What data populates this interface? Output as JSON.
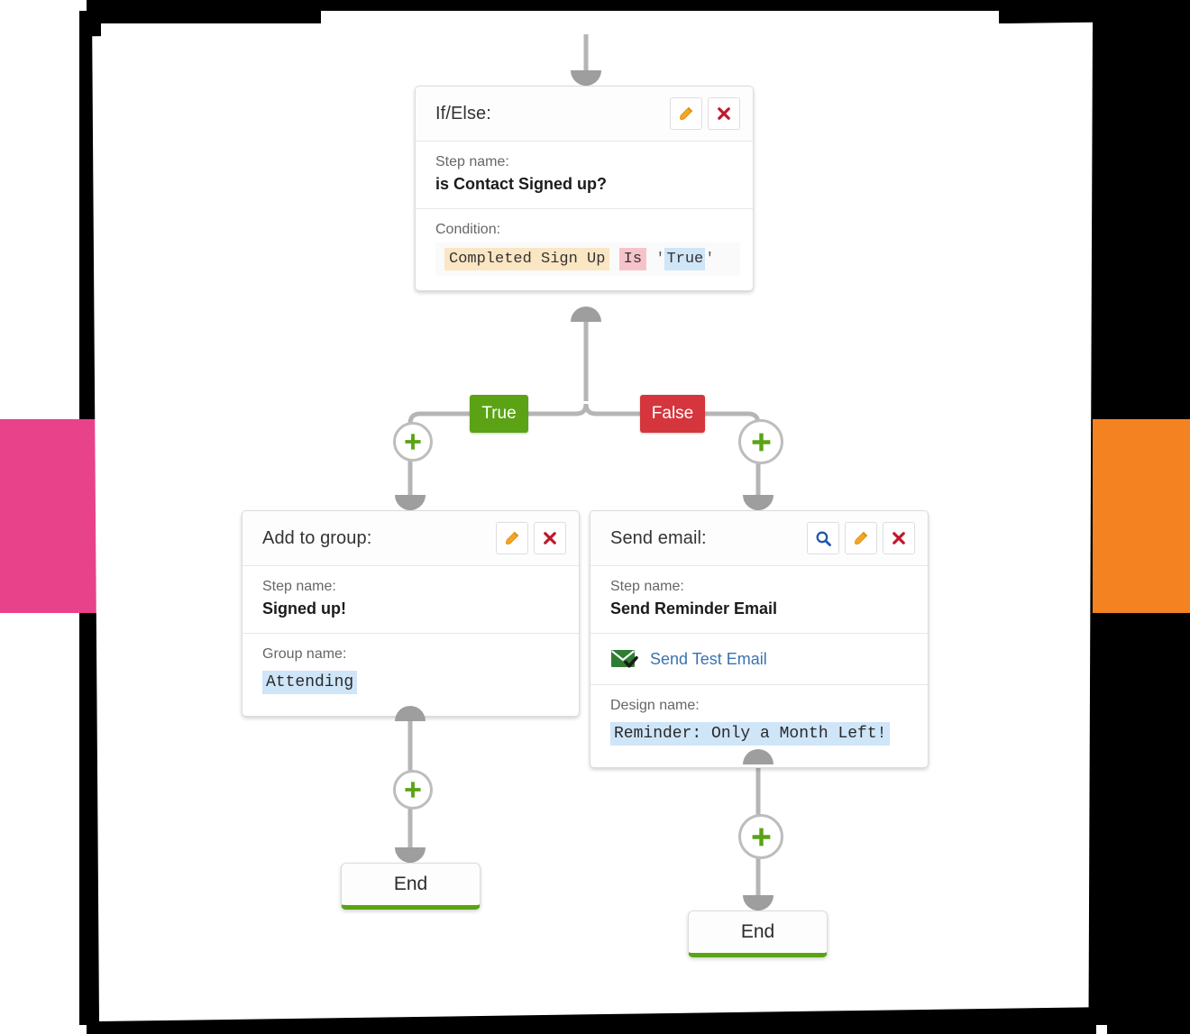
{
  "canvas": {
    "background_color": "#ffffff",
    "frame_color": "#000000",
    "accent_pink": "#e8428a",
    "accent_orange": "#f58220",
    "wire_color": "#b5b5b5",
    "green": "#5ba314",
    "red": "#d5353c"
  },
  "nodes": {
    "ifelse": {
      "title": "If/Else:",
      "step_label": "Step name:",
      "step_value": "is Contact Signed up?",
      "condition_label": "Condition:",
      "condition": {
        "field": "Completed Sign Up",
        "operator": "Is",
        "open_quote": "'",
        "value": "True",
        "close_quote": "'"
      },
      "actions": [
        "edit-icon",
        "delete-icon"
      ]
    },
    "add_to_group": {
      "title": "Add to group:",
      "step_label": "Step name:",
      "step_value": "Signed up!",
      "group_label": "Group name:",
      "group_value": "Attending",
      "actions": [
        "edit-icon",
        "delete-icon"
      ]
    },
    "send_email": {
      "title": "Send email:",
      "step_label": "Step name:",
      "step_value": "Send Reminder Email",
      "test_link": "Send Test Email",
      "design_label": "Design name:",
      "design_value": "Reminder: Only a Month Left!",
      "actions": [
        "preview-icon",
        "edit-icon",
        "delete-icon"
      ]
    },
    "end_left": {
      "label": "End"
    },
    "end_right": {
      "label": "End"
    }
  },
  "branches": {
    "true_label": "True",
    "false_label": "False"
  },
  "add_buttons": {
    "label": "+",
    "count": 4
  }
}
